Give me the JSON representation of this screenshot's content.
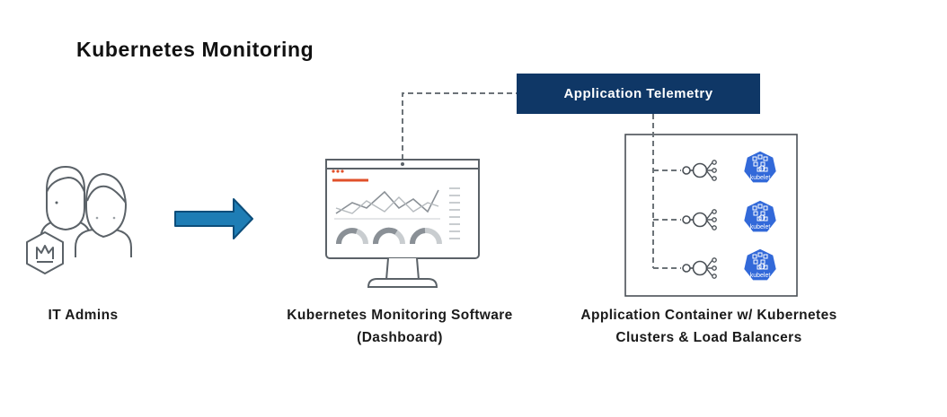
{
  "title": "Kubernetes Monitoring",
  "telemetry_label": "Application Telemetry",
  "captions": {
    "admins": "IT Admins",
    "software_line1": "Kubernetes Monitoring Software",
    "software_line2": "(Dashboard)",
    "container_line1": "Application Container w/ Kubernetes",
    "container_line2": "Clusters & Load Balancers"
  },
  "kubelet_label": "kubelet",
  "colors": {
    "navy": "#0f3766",
    "arrow": "#1e7db5",
    "kubelet": "#3269d9",
    "outline": "#5b6268",
    "accent_red": "#e0502a"
  },
  "icons": [
    "person-icon",
    "crown-badge-icon",
    "arrow-right-icon",
    "monitor-icon",
    "load-balancer-icon",
    "kubelet-icon"
  ]
}
